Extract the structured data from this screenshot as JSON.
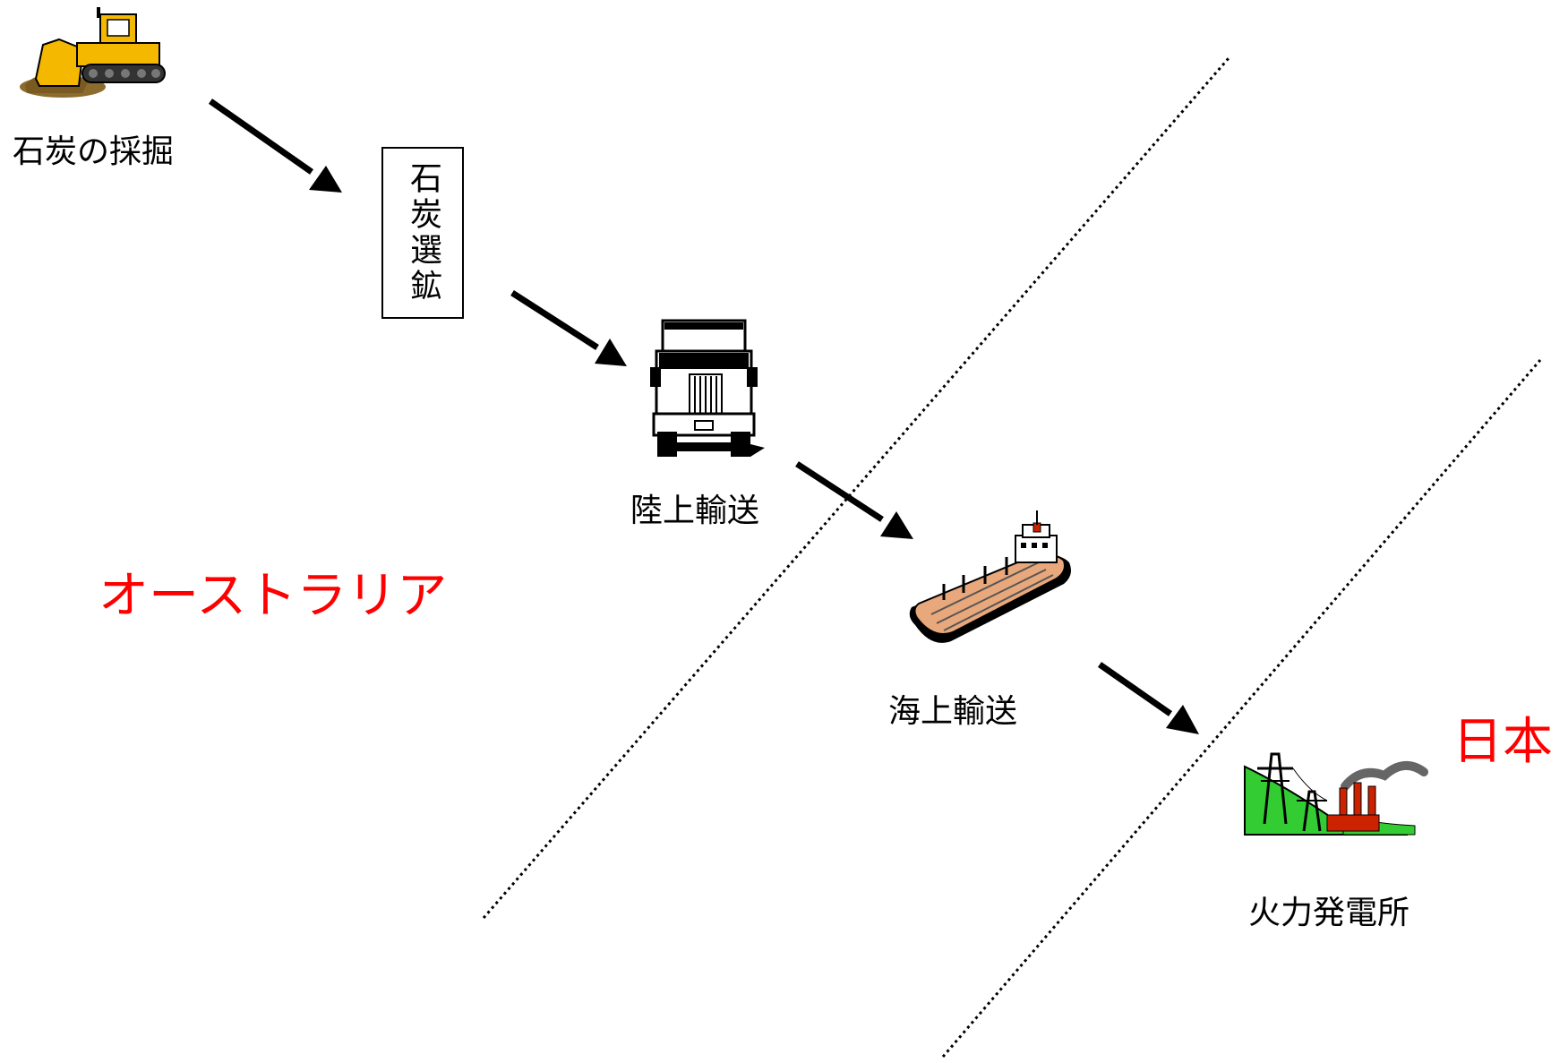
{
  "diagram": {
    "steps": [
      {
        "id": "mining",
        "label": "石炭の採掘",
        "icon": "bulldozer-icon"
      },
      {
        "id": "processing",
        "label": "石炭選鉱"
      },
      {
        "id": "land_transport",
        "label": "陸上輸送",
        "icon": "truck-icon"
      },
      {
        "id": "sea_transport",
        "label": "海上輸送",
        "icon": "ship-icon"
      },
      {
        "id": "power_plant",
        "label": "火力発電所",
        "icon": "power-plant-icon"
      }
    ],
    "regions": [
      {
        "id": "australia",
        "label": "オーストラリア"
      },
      {
        "id": "japan",
        "label": "日本"
      }
    ]
  },
  "colors": {
    "region_text": "#ff0000",
    "arrow": "#000000",
    "bulldozer": "#f5b800",
    "ship_deck": "#e8a87c",
    "ground": "#33cc33",
    "chimney": "#cc2200"
  }
}
